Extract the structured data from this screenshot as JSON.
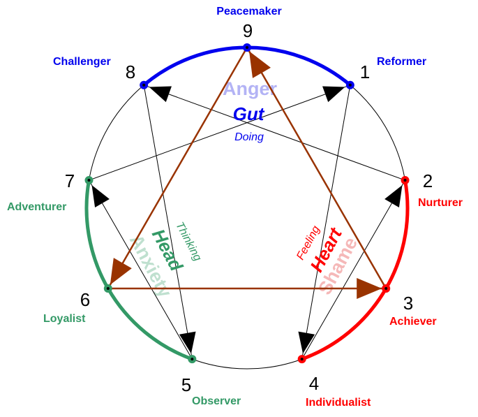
{
  "colors": {
    "gut": "#0000ee",
    "heart": "#ff0000",
    "head": "#339966",
    "triangle": "#993300",
    "hexad": "#000000",
    "circle": "#000000",
    "anger_faded": "#b3b3f5",
    "shame_faded": "#f5b8b8",
    "anxiety_faded": "#bfe0cf"
  },
  "points": [
    {
      "num": "9",
      "type": "Peacemaker",
      "center": "gut"
    },
    {
      "num": "1",
      "type": "Reformer",
      "center": "gut"
    },
    {
      "num": "2",
      "type": "Nurturer",
      "center": "heart"
    },
    {
      "num": "3",
      "type": "Achiever",
      "center": "heart"
    },
    {
      "num": "4",
      "type": "Individualist",
      "center": "heart"
    },
    {
      "num": "5",
      "type": "Observer",
      "center": "head"
    },
    {
      "num": "6",
      "type": "Loyalist",
      "center": "head"
    },
    {
      "num": "7",
      "type": "Adventurer",
      "center": "head"
    },
    {
      "num": "8",
      "type": "Challenger",
      "center": "gut"
    }
  ],
  "centers": {
    "gut": {
      "name": "Gut",
      "mode": "Doing",
      "emotion": "Anger"
    },
    "heart": {
      "name": "Heart",
      "mode": "Feeling",
      "emotion": "Shame"
    },
    "head": {
      "name": "Head",
      "mode": "Thinking",
      "emotion": "Anxiety"
    }
  },
  "triangle_path": [
    "9",
    "6",
    "3",
    "9"
  ],
  "hexad_path": [
    "1",
    "4",
    "2",
    "8",
    "5",
    "7",
    "1"
  ]
}
